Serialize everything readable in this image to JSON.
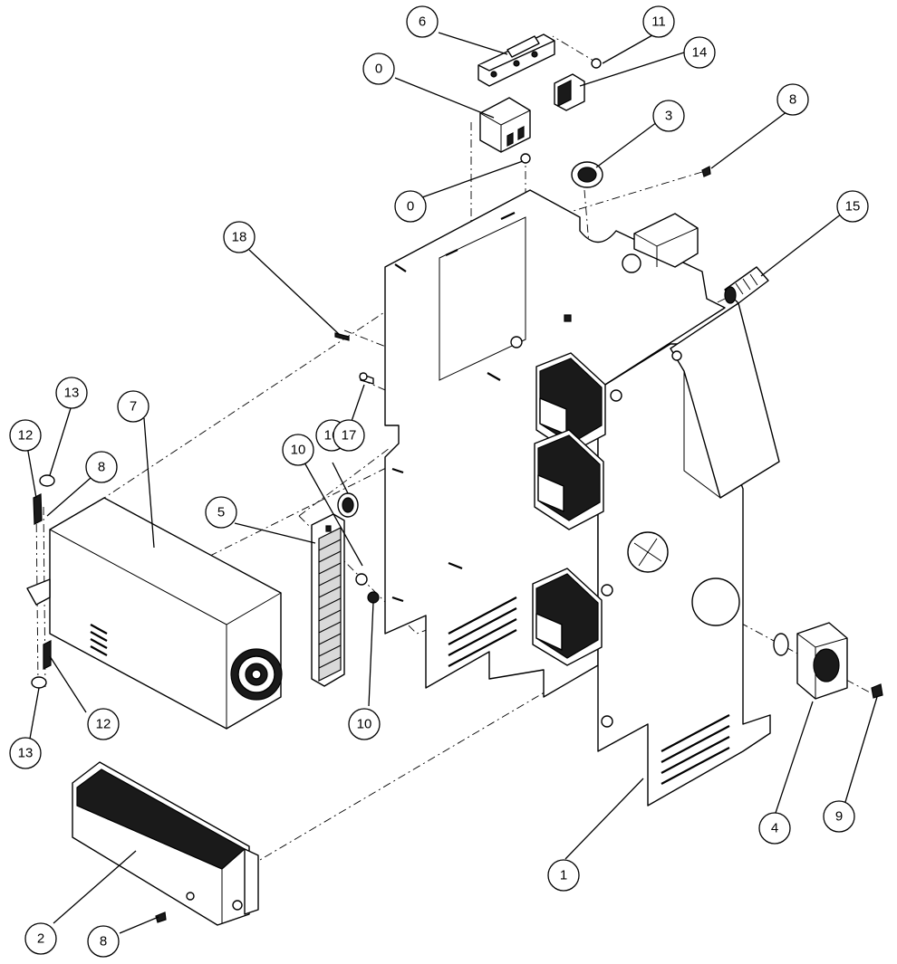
{
  "diagram": {
    "callouts": [
      {
        "id": "c6",
        "label": "6"
      },
      {
        "id": "c11",
        "label": "11"
      },
      {
        "id": "c14",
        "label": "14"
      },
      {
        "id": "c0a",
        "label": "0"
      },
      {
        "id": "c3",
        "label": "3"
      },
      {
        "id": "c8a",
        "label": "8"
      },
      {
        "id": "c0b",
        "label": "0"
      },
      {
        "id": "c15",
        "label": "15"
      },
      {
        "id": "c18",
        "label": "18"
      },
      {
        "id": "c13a",
        "label": "13"
      },
      {
        "id": "c7",
        "label": "7"
      },
      {
        "id": "c12a",
        "label": "12"
      },
      {
        "id": "c8b",
        "label": "8"
      },
      {
        "id": "c10a",
        "label": "10"
      },
      {
        "id": "c16",
        "label": "16"
      },
      {
        "id": "c17",
        "label": "17"
      },
      {
        "id": "c5",
        "label": "5"
      },
      {
        "id": "c12b",
        "label": "12"
      },
      {
        "id": "c10b",
        "label": "10"
      },
      {
        "id": "c13b",
        "label": "13"
      },
      {
        "id": "c4",
        "label": "4"
      },
      {
        "id": "c9",
        "label": "9"
      },
      {
        "id": "c1",
        "label": "1"
      },
      {
        "id": "c2",
        "label": "2"
      },
      {
        "id": "c8c",
        "label": "8"
      }
    ]
  }
}
